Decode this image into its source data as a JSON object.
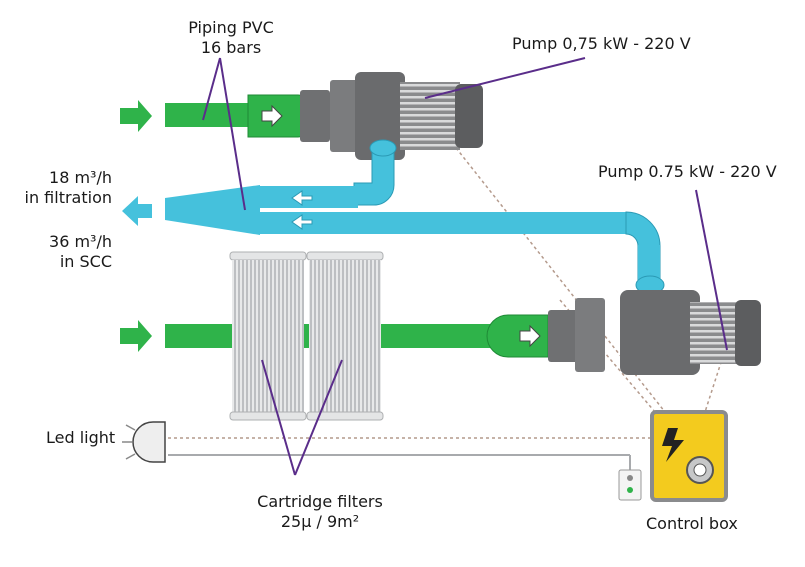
{
  "labels": {
    "piping_line1": "Piping PVC",
    "piping_line2": "16 bars",
    "pump_top": "Pump 0,75 kW - 220 V",
    "pump_right": "Pump 0.75 kW - 220 V",
    "flow_filtration_line1": "18 m³/h",
    "flow_filtration_line2": "in filtration",
    "flow_scc_line1": "36 m³/h",
    "flow_scc_line2": "in SCC",
    "led_light": "Led light",
    "cartridge_line1": "Cartridge filters",
    "cartridge_line2": "25µ / 9m²",
    "control_box": "Control box"
  },
  "colors": {
    "green_pipe": "#2fb34a",
    "blue_pipe": "#45c1dc",
    "pump_grey": "#7b7c7e",
    "pump_dark": "#555658",
    "filter_grey": "#c9cbcd",
    "callout_purple": "#5a2d8a",
    "control_yellow": "#f3cb1e"
  },
  "icons": [
    "arrow-right-icon",
    "arrow-left-icon",
    "lightning-icon",
    "gauge-icon"
  ]
}
